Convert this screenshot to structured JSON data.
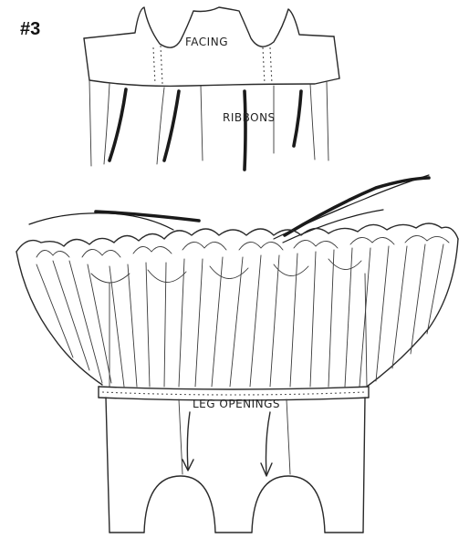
{
  "figure_number": "#3",
  "labels": {
    "facing": "FACING",
    "ribbons": "RIBBONS",
    "leg_openings": "LEG OPENINGS"
  }
}
